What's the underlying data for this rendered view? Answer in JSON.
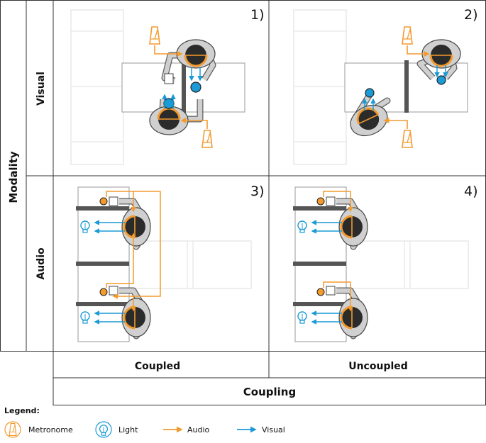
{
  "axes": {
    "rows_title": "Modality",
    "row_labels": [
      "Visual",
      "Audio"
    ],
    "col_labels": [
      "Coupled",
      "Uncoupled"
    ],
    "cols_title": "Coupling"
  },
  "panels": [
    {
      "number": "1)",
      "modality": "Visual",
      "coupling": "Coupled"
    },
    {
      "number": "2)",
      "modality": "Visual",
      "coupling": "Uncoupled"
    },
    {
      "number": "3)",
      "modality": "Audio",
      "coupling": "Coupled"
    },
    {
      "number": "4)",
      "modality": "Audio",
      "coupling": "Uncoupled"
    }
  ],
  "legend": {
    "title": "Legend:",
    "items": [
      {
        "label": "Metronome",
        "icon": "metronome-icon"
      },
      {
        "label": "Light",
        "icon": "light-bulb-icon"
      },
      {
        "label": "Audio",
        "icon": "orange-arrow-icon"
      },
      {
        "label": "Visual",
        "icon": "blue-arrow-icon"
      }
    ]
  },
  "colors": {
    "audio": "#f39a2e",
    "visual": "#1a9ad6",
    "grid": "#333333",
    "table": "#cccccc",
    "bar": "#555555"
  }
}
